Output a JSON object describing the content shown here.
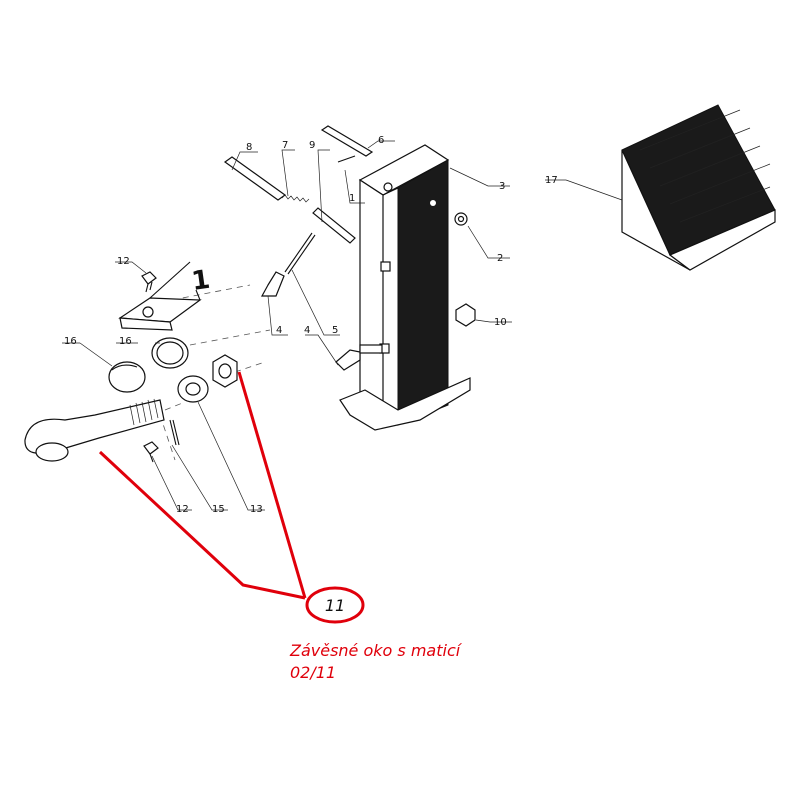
{
  "labels": {
    "l1": "1",
    "l2": "2",
    "l3": "3",
    "l4a": "4",
    "l4b": "4",
    "l5": "5",
    "l6": "6",
    "l7": "7",
    "l8": "8",
    "l9": "9",
    "l10": "10",
    "l12a": "12",
    "l12b": "12",
    "l13": "13",
    "l15": "15",
    "l16a": "16",
    "l16b": "16",
    "l17": "17",
    "big1": "1"
  },
  "callout": {
    "number": "11"
  },
  "caption": {
    "line1": "Závěsné oko s maticí",
    "line2": "02/11"
  },
  "colors": {
    "highlight": "#e0000b",
    "ink": "#111111"
  }
}
